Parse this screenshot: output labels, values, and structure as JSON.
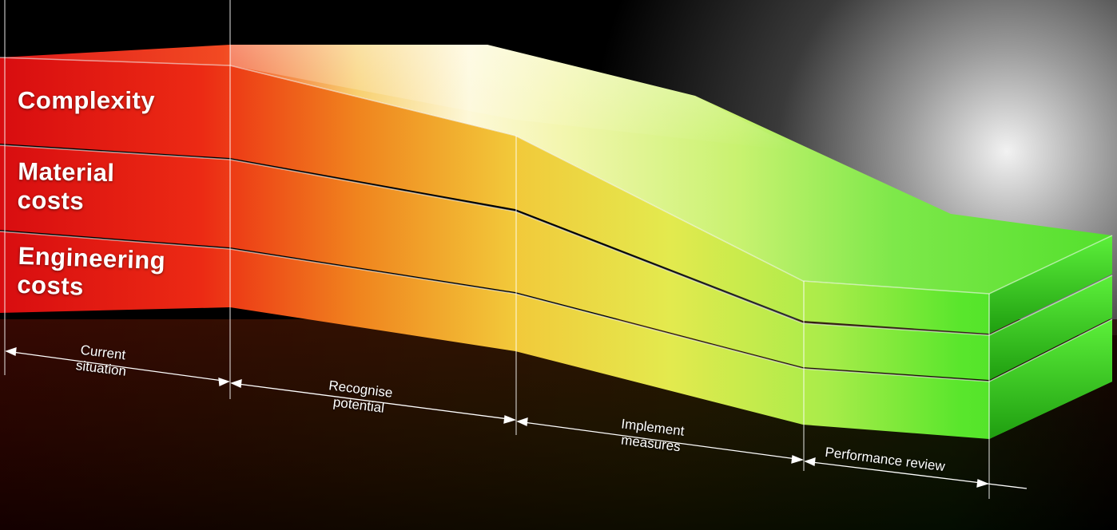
{
  "layers": [
    {
      "label_lines": [
        "Complexity"
      ]
    },
    {
      "label_lines": [
        "Material",
        "costs"
      ]
    },
    {
      "label_lines": [
        "Engineering",
        "costs"
      ]
    }
  ],
  "phases": [
    {
      "lines": [
        "Current",
        "situation"
      ]
    },
    {
      "lines": [
        "Recognise",
        "potential"
      ]
    },
    {
      "lines": [
        "Implement",
        "measures"
      ]
    },
    {
      "lines": [
        "Performance review"
      ]
    }
  ],
  "colors": {
    "start": "#e81414",
    "middle_orange": "#f2a11c",
    "middle_yellow": "#f0e64a",
    "end": "#4fe62a",
    "background": "#000000"
  }
}
